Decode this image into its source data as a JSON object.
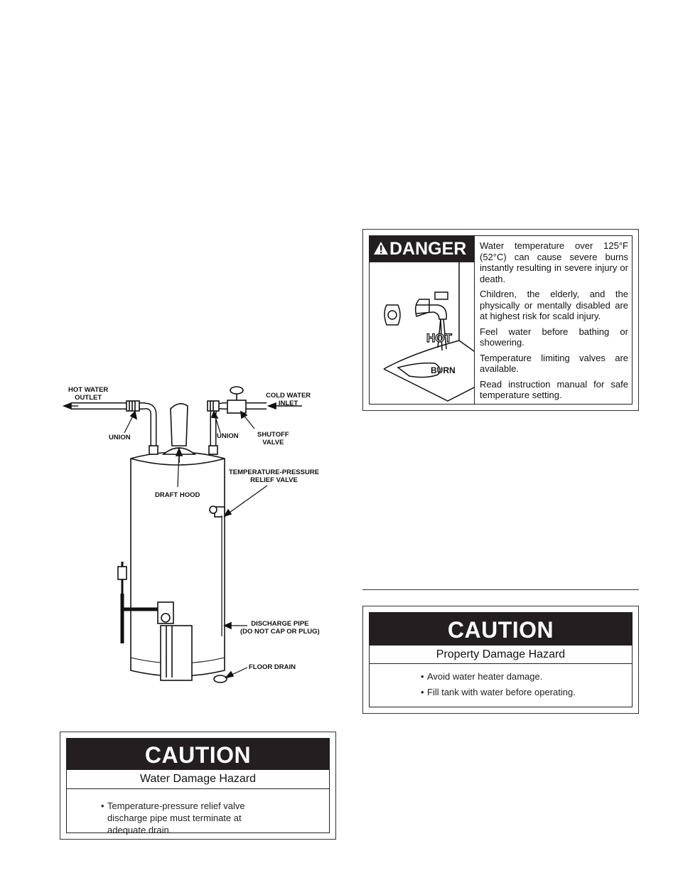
{
  "diagram": {
    "labels": {
      "hot_water_outlet": "HOT WATER\nOUTLET",
      "cold_water_inlet": "COLD WATER\nINLET",
      "union_left": "UNION",
      "union_right": "UNION",
      "shutoff_valve": "SHUTOFF\nVALVE",
      "tpr_valve": "TEMPERATURE-PRESSURE\nRELIEF VALVE",
      "draft_hood": "DRAFT HOOD",
      "discharge_pipe": "DISCHARGE PIPE\n(DO NOT CAP OR PLUG)",
      "floor_drain": "FLOOR DRAIN"
    }
  },
  "caution_water": {
    "heading": "CAUTION",
    "subheading": "Water Damage Hazard",
    "bullets": [
      "Temperature-pressure relief valve discharge pipe must terminate at adequate drain."
    ]
  },
  "danger": {
    "heading": "DANGER",
    "illustration_words": [
      "HOT",
      "BURN"
    ],
    "paragraphs": [
      "Water temperature over 125°F (52°C) can cause severe burns instantly resulting in severe injury or death.",
      "Children, the elderly, and the physically or mentally disabled are at highest risk for scald injury.",
      "Feel water before bathing or showering.",
      "Temperature limiting valves are available.",
      "Read instruction manual for safe temperature setting."
    ]
  },
  "caution_property": {
    "heading": "CAUTION",
    "subheading": "Property Damage Hazard",
    "bullets": [
      "Avoid water heater damage.",
      "Fill tank with water before operating."
    ]
  }
}
